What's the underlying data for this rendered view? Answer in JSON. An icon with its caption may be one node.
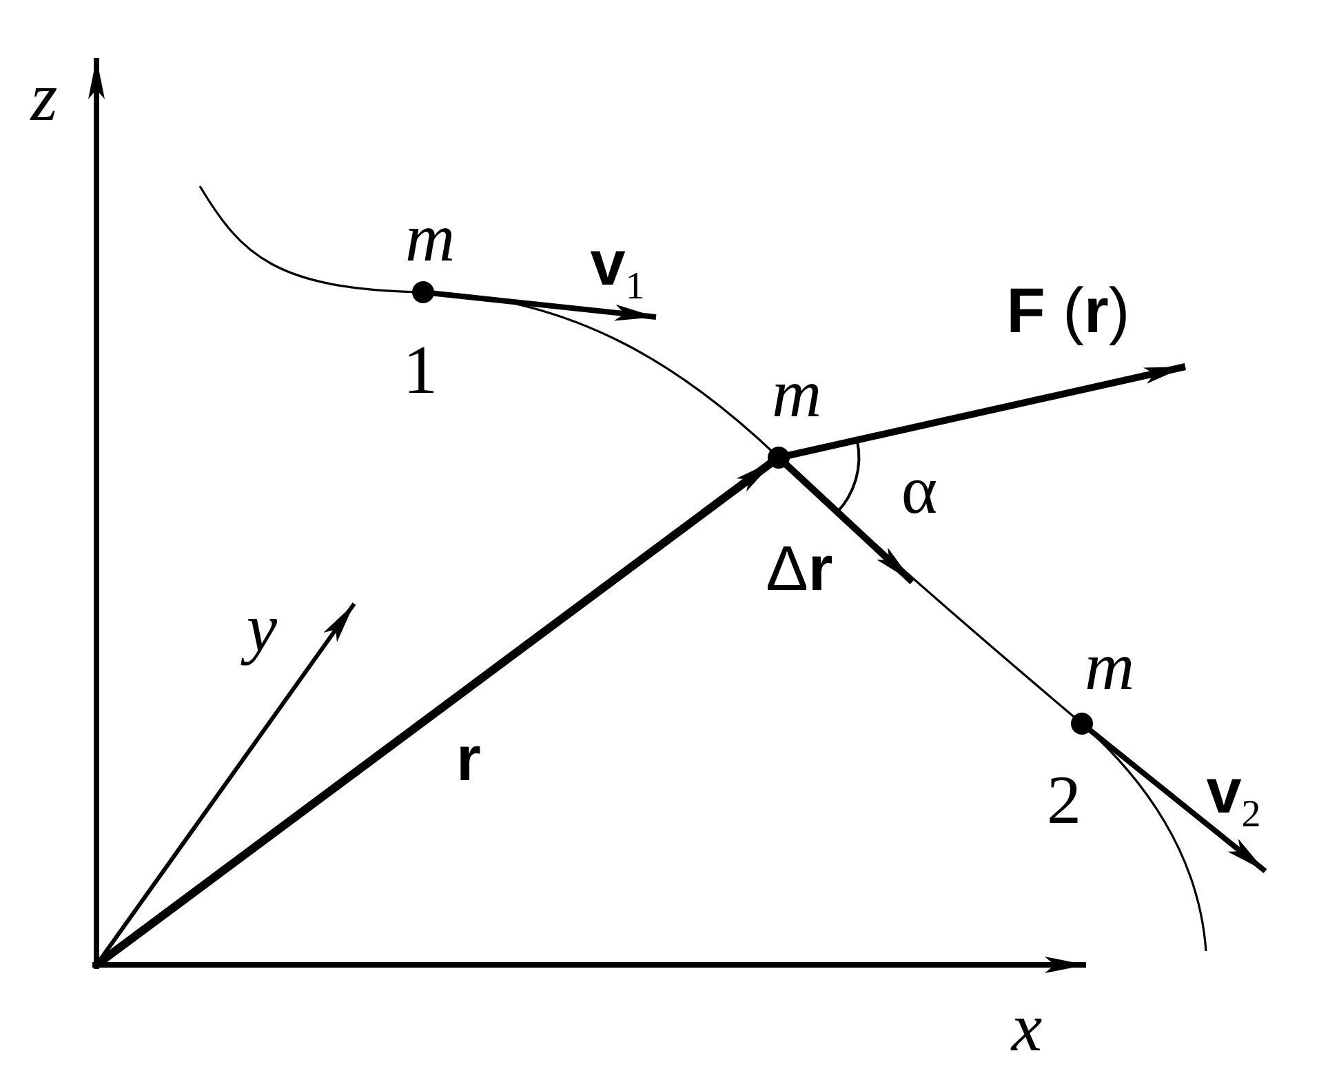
{
  "diagram": {
    "labels": [
      "z",
      "m",
      "**v**$_{1}$",
      "**F** (**r**)",
      "1",
      "m",
      "α",
      "Δ**r**",
      "y",
      "m",
      "r",
      "2",
      "**v**$_{2}$",
      "x"
    ]
  }
}
